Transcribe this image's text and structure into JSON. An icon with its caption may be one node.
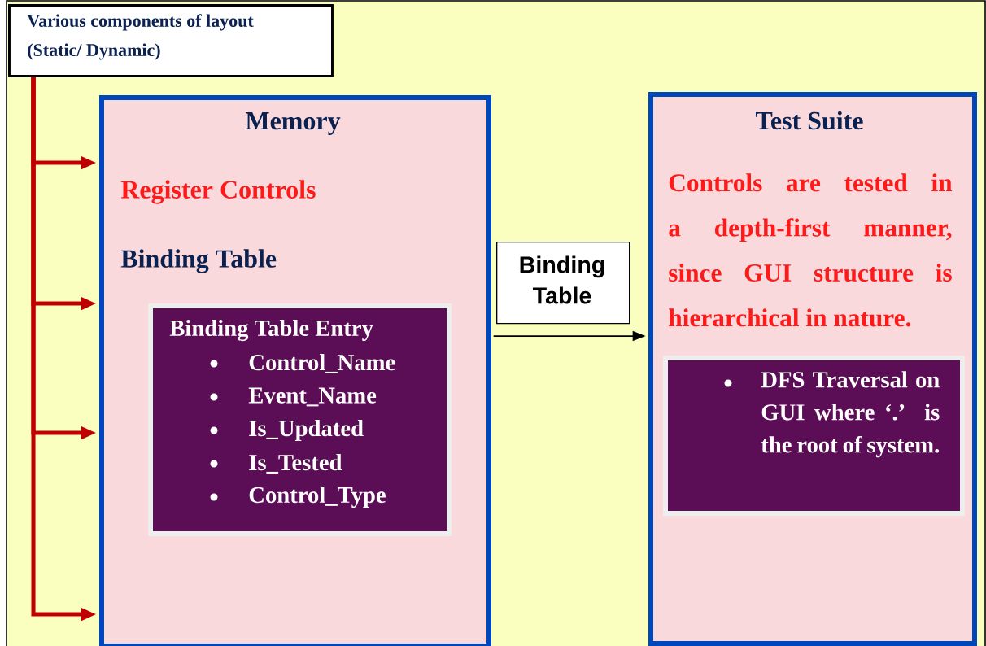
{
  "diagram": {
    "nodes": [
      {
        "text": [
          "Various  components of layout (Static/ Dynamic)"
        ]
      },
      {
        "text": [
          "Memory",
          "Register Controls",
          "Binding Table"
        ]
      },
      {
        "text": [
          "Binding Table Entry",
          "Control_Name",
          "Event_Name",
          "Is_Updated",
          "Is_Tested",
          "Control_Type"
        ],
        "in": 1
      },
      {
        "text": [
          "Binding Table"
        ]
      },
      {
        "text": [
          "Test Suite",
          "Controls are tested in a depth-first manner, since GUI structure is hierarchical in nature."
        ]
      },
      {
        "text": [
          "DFS Traversal on GUI where ‘.’ is the root of system."
        ],
        "in": 4
      }
    ],
    "edges": [
      {
        "from": 0,
        "to": 1,
        "arrow": "to",
        "color": "#c00000"
      },
      {
        "from": 0,
        "to": 1,
        "arrow": "to",
        "color": "#c00000"
      },
      {
        "from": 0,
        "to": 1,
        "arrow": "to",
        "color": "#c00000"
      },
      {
        "from": 0,
        "to": 1,
        "arrow": "to",
        "color": "#c00000"
      },
      {
        "from": 1,
        "to": 4,
        "arrow": "to",
        "color": "#000000"
      }
    ]
  }
}
